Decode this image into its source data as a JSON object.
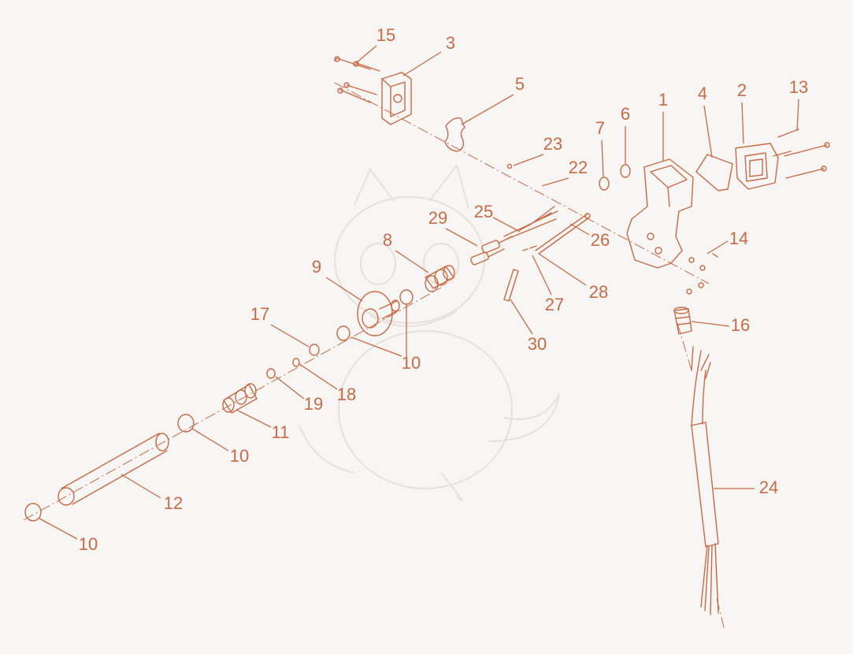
{
  "colors": {
    "background": "#f8f6f4",
    "ink": "#c96a45",
    "watermark": "#e6e1dc"
  },
  "callouts": [
    {
      "id": "p15",
      "label": "15"
    },
    {
      "id": "p3",
      "label": "3"
    },
    {
      "id": "p5",
      "label": "5"
    },
    {
      "id": "p23",
      "label": "23"
    },
    {
      "id": "p22",
      "label": "22"
    },
    {
      "id": "p7",
      "label": "7"
    },
    {
      "id": "p6",
      "label": "6"
    },
    {
      "id": "p1",
      "label": "1"
    },
    {
      "id": "p4",
      "label": "4"
    },
    {
      "id": "p2",
      "label": "2"
    },
    {
      "id": "p13",
      "label": "13"
    },
    {
      "id": "p25",
      "label": "25"
    },
    {
      "id": "p29",
      "label": "29"
    },
    {
      "id": "p26",
      "label": "26"
    },
    {
      "id": "p14",
      "label": "14"
    },
    {
      "id": "p8",
      "label": "8"
    },
    {
      "id": "p9",
      "label": "9"
    },
    {
      "id": "p28",
      "label": "28"
    },
    {
      "id": "p27",
      "label": "27"
    },
    {
      "id": "p16",
      "label": "16"
    },
    {
      "id": "p17",
      "label": "17"
    },
    {
      "id": "p30",
      "label": "30"
    },
    {
      "id": "p10a",
      "label": "10"
    },
    {
      "id": "p18",
      "label": "18"
    },
    {
      "id": "p19",
      "label": "19"
    },
    {
      "id": "p11",
      "label": "11"
    },
    {
      "id": "p10b",
      "label": "10"
    },
    {
      "id": "p24",
      "label": "24"
    },
    {
      "id": "p12",
      "label": "12"
    },
    {
      "id": "p10c",
      "label": "10"
    }
  ]
}
